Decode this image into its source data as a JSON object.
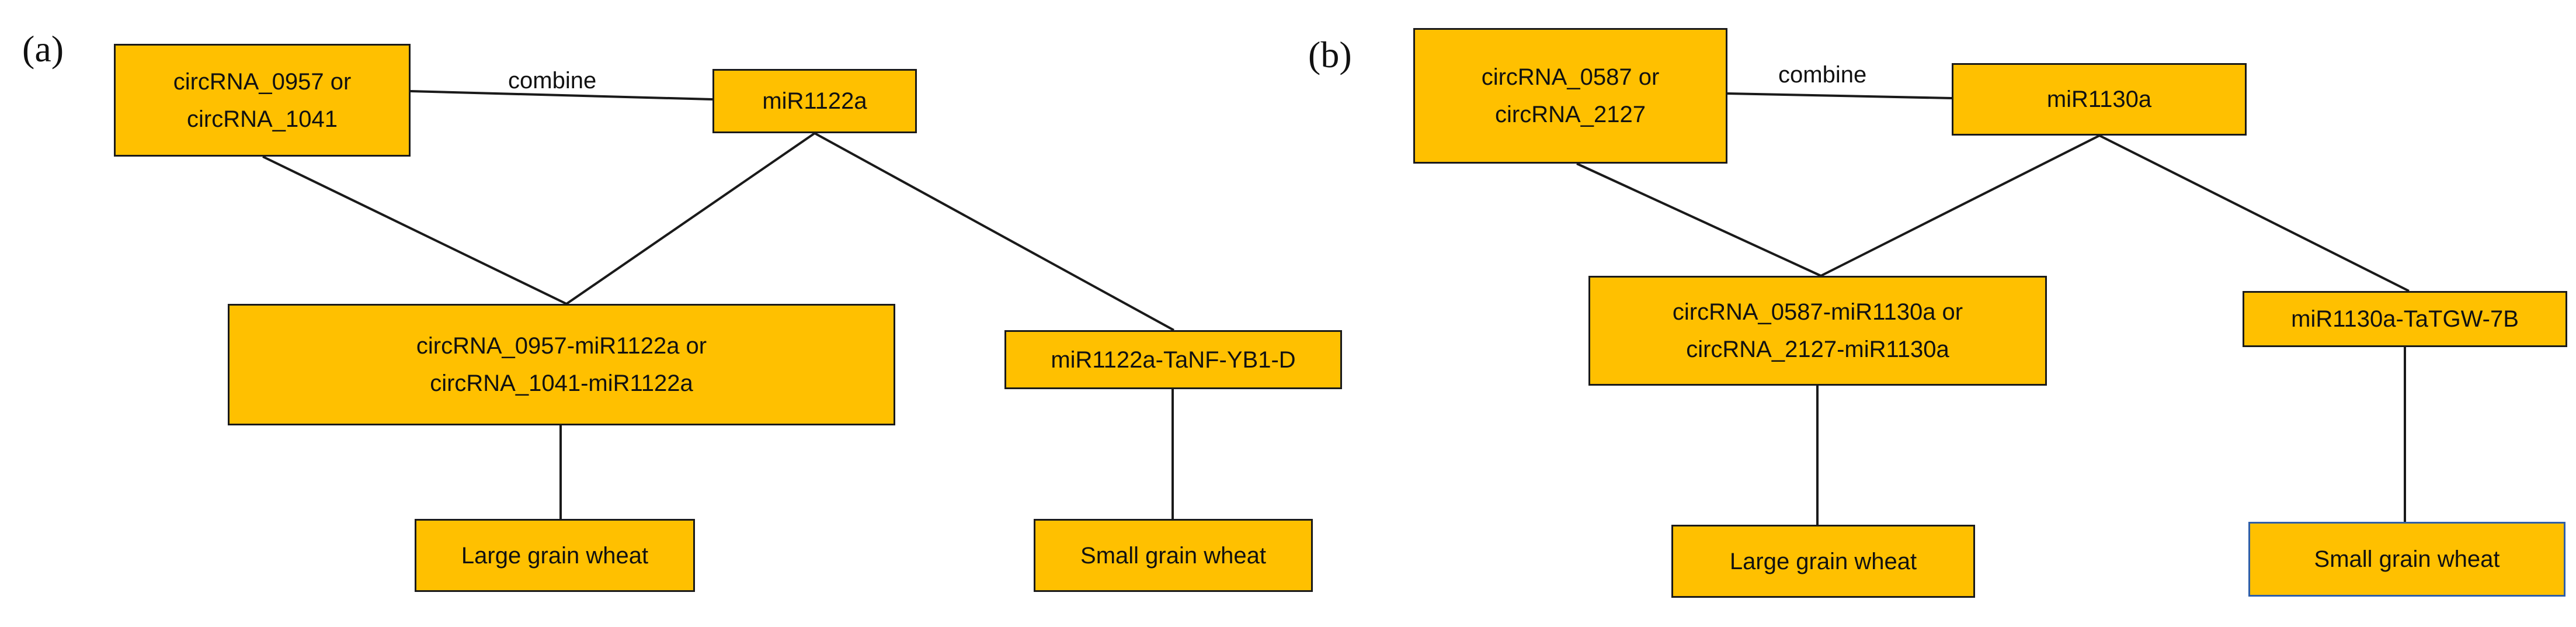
{
  "colors": {
    "node_fill": "#ffc000",
    "node_border": "#1a1a1a",
    "alt_border": "#2e5ea8",
    "edge": "#1a1a1a"
  },
  "panels": [
    {
      "label": "(a)",
      "nodes": {
        "circ": "circRNA_0957 or\ncircRNA_1041",
        "mir": "miR1122a",
        "pair": "circRNA_0957-miR1122a or\ncircRNA_1041-miR1122a",
        "target": "miR1122a-TaNF-YB1-D",
        "large": "Large grain wheat",
        "small": "Small grain wheat"
      },
      "edge_label": "combine"
    },
    {
      "label": "(b)",
      "nodes": {
        "circ": "circRNA_0587 or\ncircRNA_2127",
        "mir": "miR1130a",
        "pair": "circRNA_0587-miR1130a or\ncircRNA_2127-miR1130a",
        "target": "miR1130a-TaTGW-7B",
        "large": "Large grain wheat",
        "small": "Small grain wheat"
      },
      "edge_label": "combine"
    }
  ]
}
